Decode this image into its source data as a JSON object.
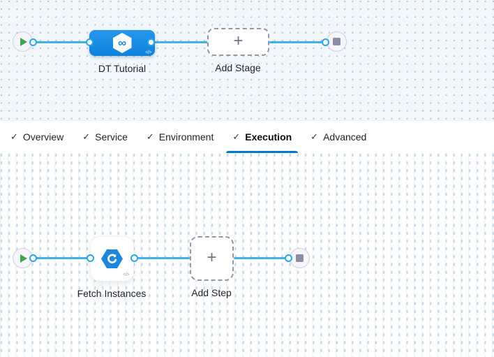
{
  "colors": {
    "accent": "#0278d5",
    "connector_blue": "#3fb0e9",
    "stage_blue": "#1787df",
    "success_green": "#3fa64b",
    "terminal_gray": "#8b8da4",
    "canvas_top_bg": "#f1f7fa"
  },
  "icons": {
    "check": "✓",
    "plus": "+",
    "infinity": "∞",
    "code": "</>"
  },
  "stage_pipeline": {
    "stage_label": "DT Tutorial",
    "add_stage_label": "Add Stage"
  },
  "tabs": [
    {
      "label": "Overview",
      "checked": true,
      "active": false
    },
    {
      "label": "Service",
      "checked": true,
      "active": false
    },
    {
      "label": "Environment",
      "checked": true,
      "active": false
    },
    {
      "label": "Execution",
      "checked": true,
      "active": true
    },
    {
      "label": "Advanced",
      "checked": true,
      "active": false
    }
  ],
  "execution_pipeline": {
    "step_label": "Fetch Instances",
    "add_step_label": "Add Step"
  }
}
